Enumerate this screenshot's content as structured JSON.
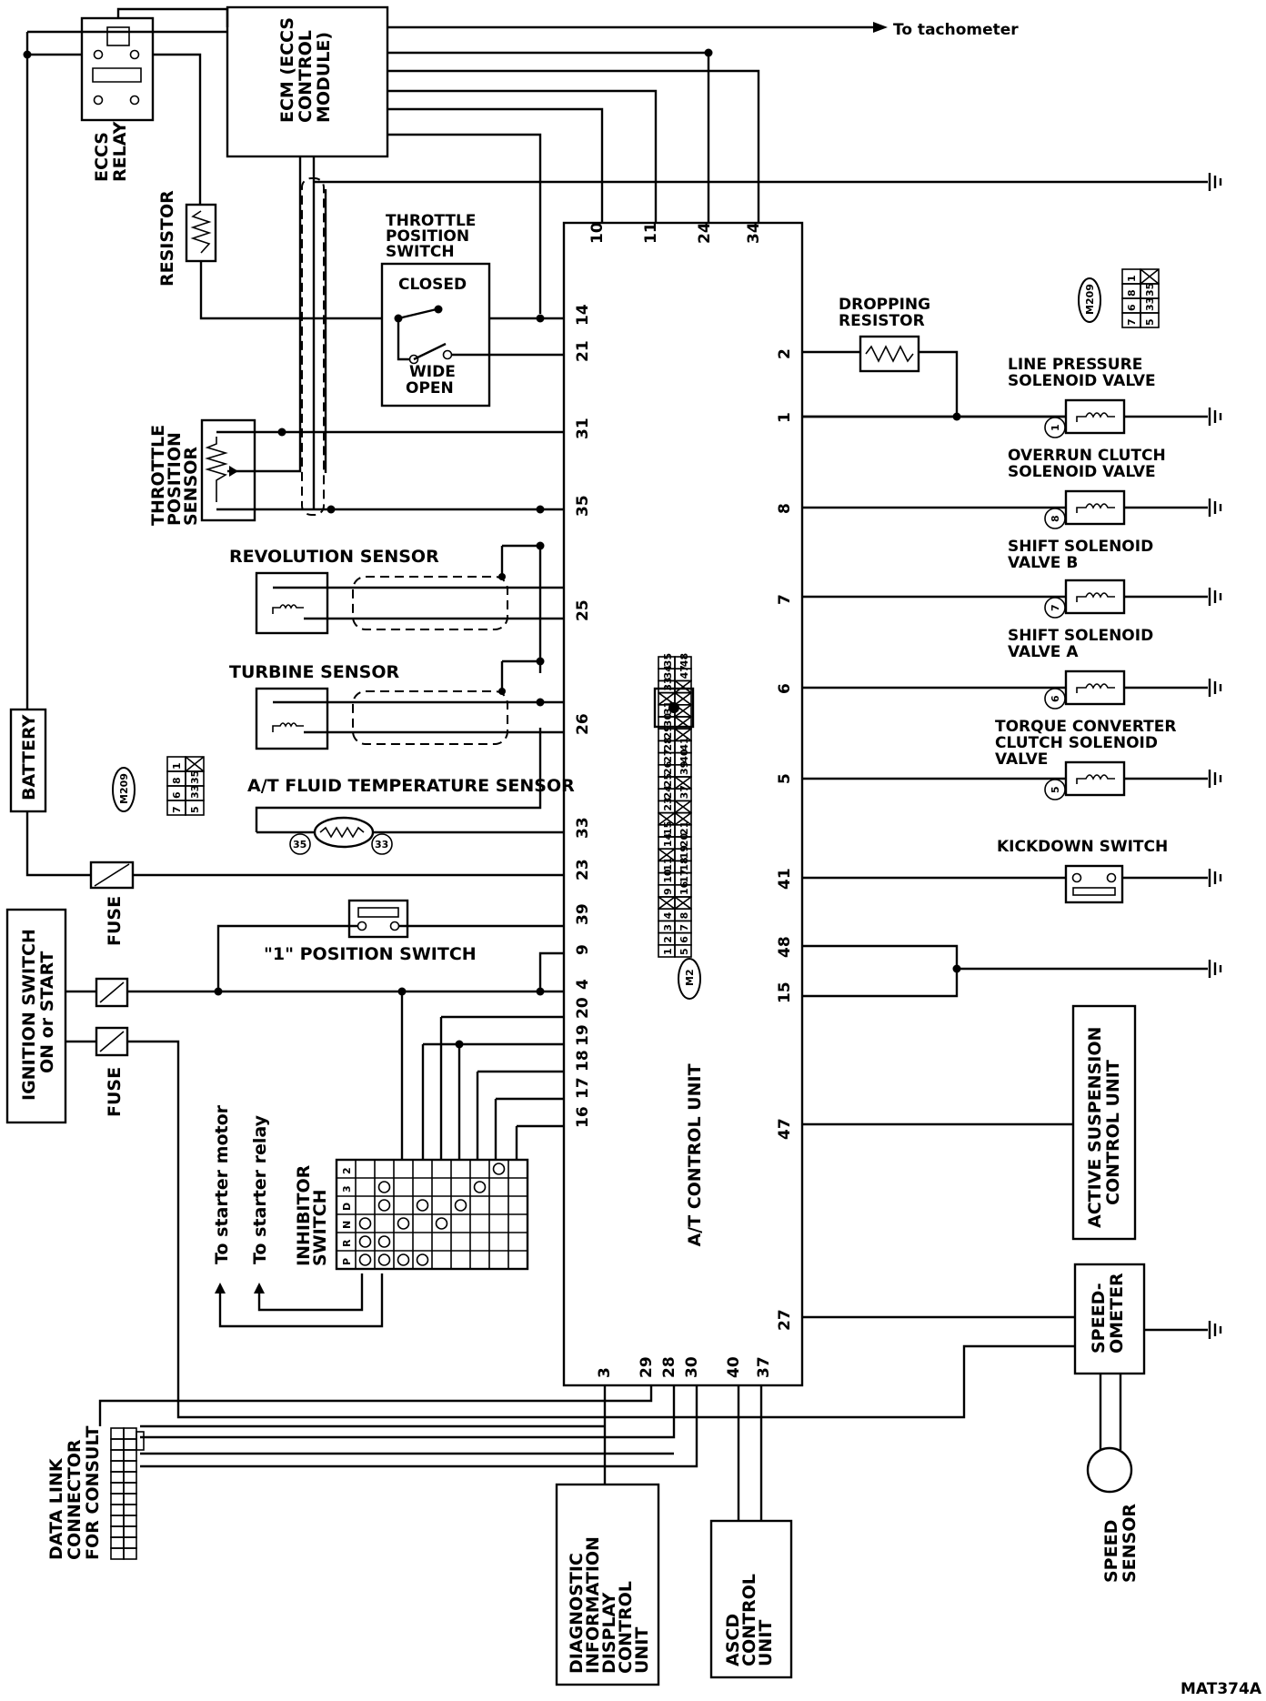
{
  "labels": {
    "ecm": [
      "ECM (ECCS",
      "CONTROL",
      "MODULE)"
    ],
    "eccs_relay": [
      "ECCS",
      "RELAY"
    ],
    "resistor": "RESISTOR",
    "throttle_position_switch": [
      "THROTTLE",
      "POSITION",
      "SWITCH"
    ],
    "closed": "CLOSED",
    "wide_open": [
      "WIDE",
      "OPEN"
    ],
    "throttle_position_sensor": [
      "THROTTLE",
      "POSITION",
      "SENSOR"
    ],
    "revolution_sensor": "REVOLUTION SENSOR",
    "turbine_sensor": "TURBINE SENSOR",
    "fluid_temp_sensor": "A/T FLUID TEMPERATURE SENSOR",
    "battery": "BATTERY",
    "fuse": "FUSE",
    "ignition_switch": [
      "IGNITION SWITCH",
      "ON or START"
    ],
    "position_switch_1": "\"1\" POSITION SWITCH",
    "to_starter_motor": "To starter motor",
    "to_starter_relay": "To starter relay",
    "inhibitor_switch": [
      "INHIBITOR",
      "SWITCH"
    ],
    "data_link": [
      "DATA LINK",
      "CONNECTOR",
      "FOR CONSULT"
    ],
    "diagnostic_unit": [
      "DIAGNOSTIC",
      "INFORMATION",
      "DISPLAY",
      "CONTROL",
      "UNIT"
    ],
    "ascd_unit": [
      "ASCD",
      "CONTROL",
      "UNIT"
    ],
    "to_tachometer": "To tachometer",
    "dropping_resistor": [
      "DROPPING",
      "RESISTOR"
    ],
    "line_pressure": [
      "LINE PRESSURE",
      "SOLENOID VALVE"
    ],
    "overrun_clutch": [
      "OVERRUN CLUTCH",
      "SOLENOID VALVE"
    ],
    "shift_b": [
      "SHIFT SOLENOID",
      "VALVE B"
    ],
    "shift_a": [
      "SHIFT SOLENOID",
      "VALVE A"
    ],
    "torque_converter": [
      "TORQUE CONVERTER",
      "CLUTCH SOLENOID",
      "VALVE"
    ],
    "kickdown_switch": "KICKDOWN SWITCH",
    "active_suspension": [
      "ACTIVE SUSPENSION",
      "CONTROL UNIT"
    ],
    "speedometer": [
      "SPEED-",
      "OMETER"
    ],
    "speed_sensor": [
      "SPEED",
      "SENSOR"
    ],
    "at_control_unit": "A/T CONTROL UNIT",
    "connector_m209": "M209",
    "connector_m2": "M2",
    "inhibitor_positions": [
      "P",
      "R",
      "N",
      "D",
      "3",
      "2"
    ],
    "figure_id": "MAT374A"
  },
  "pins": {
    "top": [
      "10",
      "11",
      "24",
      "34"
    ],
    "left": [
      "14",
      "21",
      "31",
      "35",
      "25",
      "26",
      "33",
      "23",
      "39",
      "9",
      "4",
      "20",
      "19",
      "18",
      "17",
      "16"
    ],
    "right": [
      "2",
      "1",
      "8",
      "7",
      "6",
      "5",
      "41",
      "48",
      "15",
      "47",
      "27"
    ],
    "bottom": [
      "3",
      "29",
      "28",
      "30",
      "40",
      "37"
    ]
  },
  "solenoid_numbers": [
    "1",
    "8",
    "7",
    "6",
    "5"
  ],
  "fluid_sensor_numbers": [
    "35",
    "33"
  ],
  "m209_connector": {
    "row1": [
      "7",
      "6",
      "8",
      "1"
    ],
    "row2": [
      "5",
      "33",
      "35",
      ""
    ]
  },
  "m2_connector": {
    "row1": [
      "1",
      "2",
      "3",
      "4",
      "",
      "9",
      "10",
      "11",
      "",
      "14",
      "15",
      "",
      "23",
      "24",
      "25",
      "26",
      "27",
      "28",
      "29",
      "30",
      "31",
      "",
      "33",
      "34",
      "35"
    ],
    "row2": [
      "5",
      "6",
      "7",
      "8",
      "",
      "16",
      "17",
      "18",
      "19",
      "20",
      "21",
      "",
      "",
      "37",
      "",
      "39",
      "40",
      "41",
      "",
      "",
      "",
      "",
      "",
      "47",
      "48"
    ]
  }
}
